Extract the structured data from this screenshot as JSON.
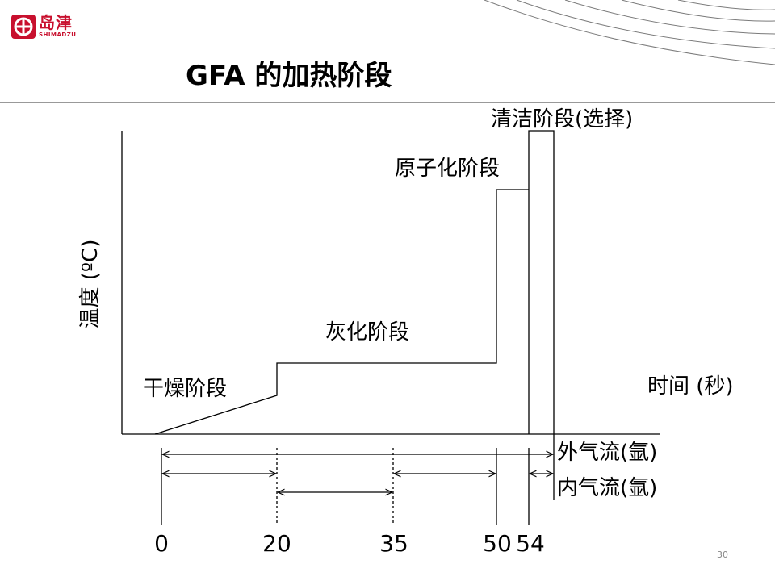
{
  "logo": {
    "company_cn": "岛津",
    "company_en": "SHIMADZU"
  },
  "title": "GFA 的加热阶段",
  "axes": {
    "y_label": "温度 (ºC)",
    "x_label": "时间 (秒)"
  },
  "stages": {
    "drying": "干燥阶段",
    "ashing": "灰化阶段",
    "atomization": "原子化阶段",
    "cleaning": "清洁阶段(选择)"
  },
  "gas_flow": {
    "outer": "外气流(氩)",
    "inner": "内气流(氩)"
  },
  "time_ticks": [
    "0",
    "20",
    "35",
    "50",
    "54"
  ],
  "page_number": "30",
  "colors": {
    "brand": "#c8102e",
    "line": "#000000"
  }
}
